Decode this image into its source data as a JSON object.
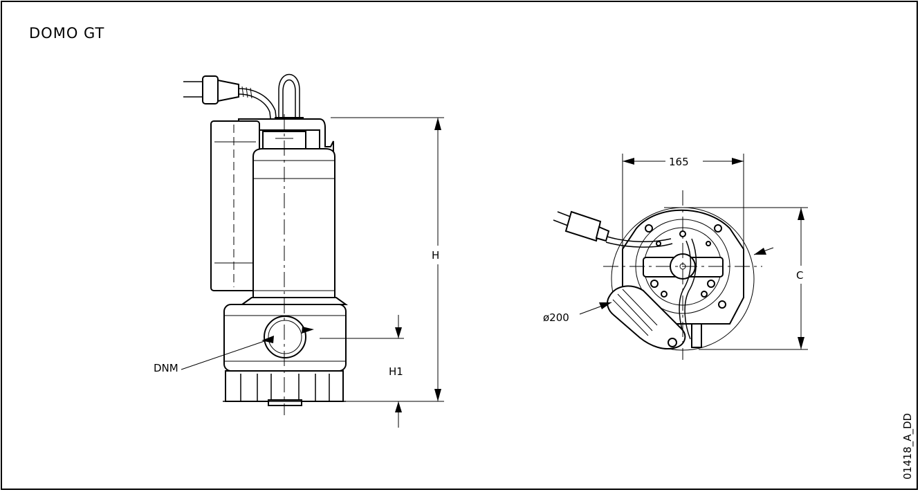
{
  "drawing": {
    "title": "DOMO GT",
    "code": "01418_A_DD"
  },
  "dimensions": {
    "height": "H",
    "height_1": "H1",
    "outlet": "DNM",
    "width": "165",
    "depth": "C",
    "diameter": "ø200"
  }
}
